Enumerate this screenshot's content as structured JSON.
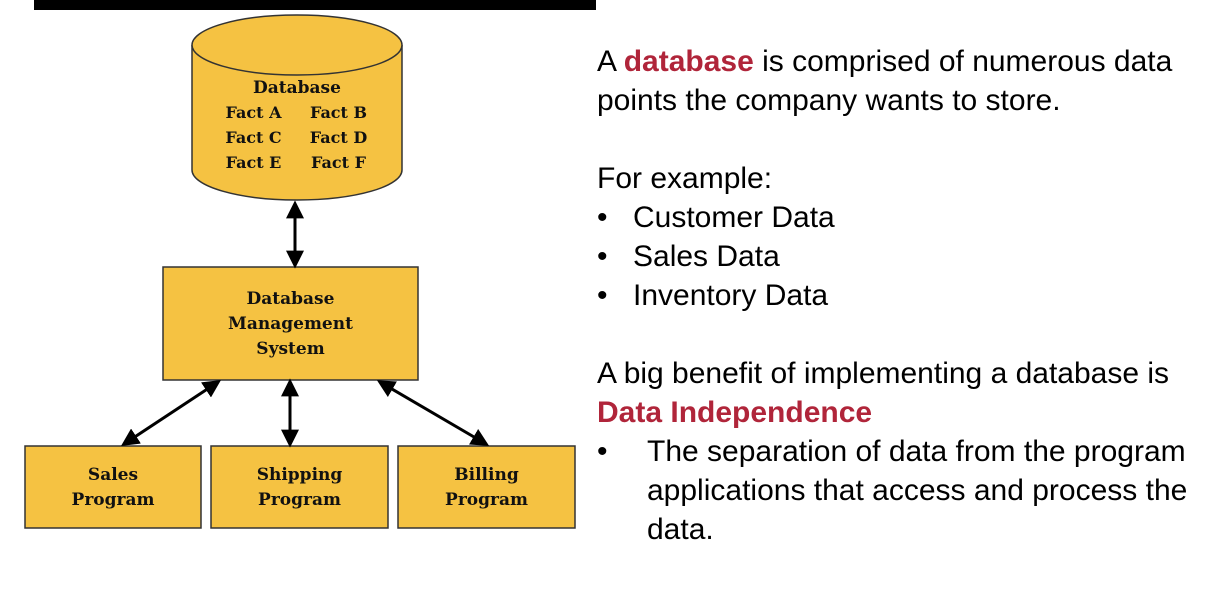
{
  "diagram": {
    "database": {
      "title": "Database",
      "facts": [
        "Fact A",
        "Fact B",
        "Fact C",
        "Fact D",
        "Fact E",
        "Fact F"
      ]
    },
    "dbms": {
      "line1": "Database",
      "line2": "Management",
      "line3": "System"
    },
    "programs": [
      {
        "line1": "Sales",
        "line2": "Program"
      },
      {
        "line1": "Shipping",
        "line2": "Program"
      },
      {
        "line1": "Billing",
        "line2": "Program"
      }
    ]
  },
  "text": {
    "intro_prefix": "A ",
    "intro_term": "database",
    "intro_rest": " is comprised of numerous data points the company wants to store.",
    "example_heading": "For example:",
    "examples": [
      "Customer Data",
      "Sales Data",
      "Inventory Data"
    ],
    "benefit_prefix": "A big benefit of implementing a database is ",
    "benefit_term": "Data Independence",
    "definition": "The separation of data from the program applications that access and process the data."
  },
  "colors": {
    "node_fill": "#f5c242",
    "accent": "#b0253a"
  }
}
